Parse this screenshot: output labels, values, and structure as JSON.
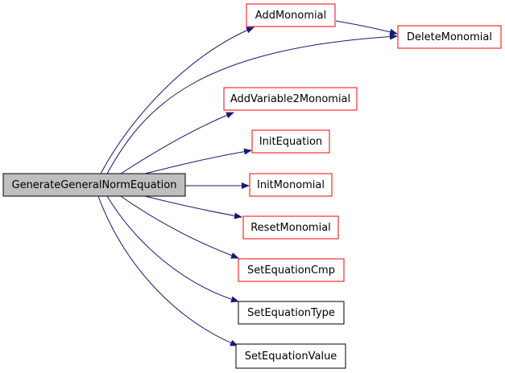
{
  "colors": {
    "edge": "#191970",
    "root_fill": "#bfbfbf",
    "border_red": "#ff0000",
    "border_black": "#000000",
    "text": "#000000"
  },
  "nodes": {
    "root": {
      "label": "GenerateGeneralNormEquation"
    },
    "add_monomial": {
      "label": "AddMonomial"
    },
    "delete_monomial": {
      "label": "DeleteMonomial"
    },
    "add_variable2_monomial": {
      "label": "AddVariable2Monomial"
    },
    "init_equation": {
      "label": "InitEquation"
    },
    "init_monomial": {
      "label": "InitMonomial"
    },
    "reset_monomial": {
      "label": "ResetMonomial"
    },
    "set_equation_cmp": {
      "label": "SetEquationCmp"
    },
    "set_equation_type": {
      "label": "SetEquationType"
    },
    "set_equation_value": {
      "label": "SetEquationValue"
    }
  }
}
